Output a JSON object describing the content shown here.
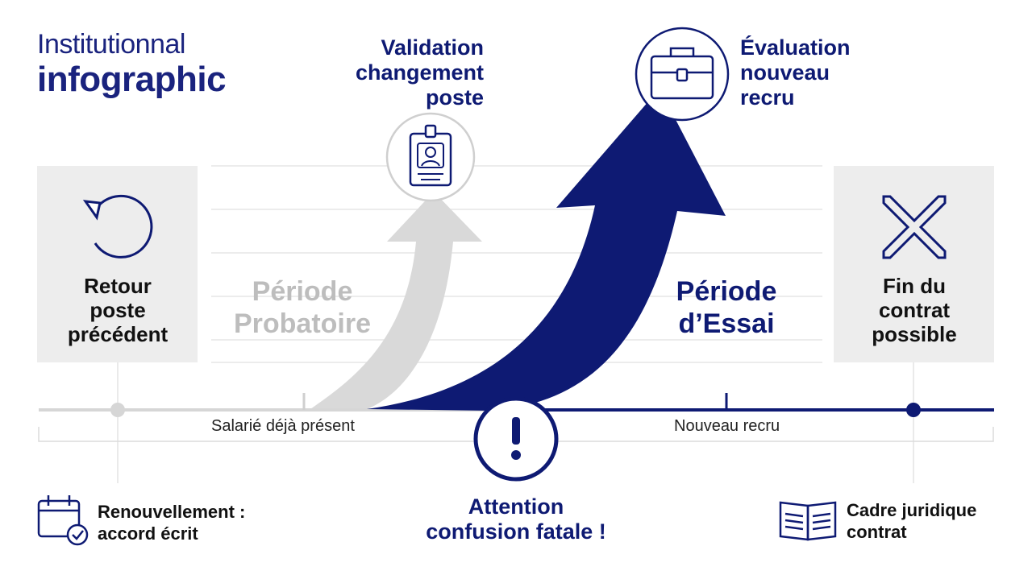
{
  "header": {
    "title_line1": "Institutionnal",
    "title_line2": "infographic"
  },
  "top": {
    "validation_label": "Validation\nchangement\nposte",
    "evaluation_label": "Évaluation\nnouveau\nrecru"
  },
  "left_box": {
    "label": "Retour\nposte\nprécédent",
    "icon": "undo-circle-icon"
  },
  "right_box": {
    "label": "Fin du\ncontrat\npossible",
    "icon": "close-x-icon"
  },
  "periods": {
    "probatoire": "Période\nProbatoire",
    "essai": "Période\nd’Essai"
  },
  "timeline": {
    "left_segment_label": "Salarié déjà présent",
    "right_segment_label": "Nouveau recru"
  },
  "bottom": {
    "left_label": "Renouvellement :\naccord écrit",
    "center_label": "Attention\nconfusion fatale !",
    "right_label": "Cadre juridique\ncontrat"
  },
  "colors": {
    "navy": "#0e1a73",
    "gray_arrow": "#d9d9d9",
    "box_bg": "#ededed",
    "line_gray": "#d6d6d6"
  }
}
